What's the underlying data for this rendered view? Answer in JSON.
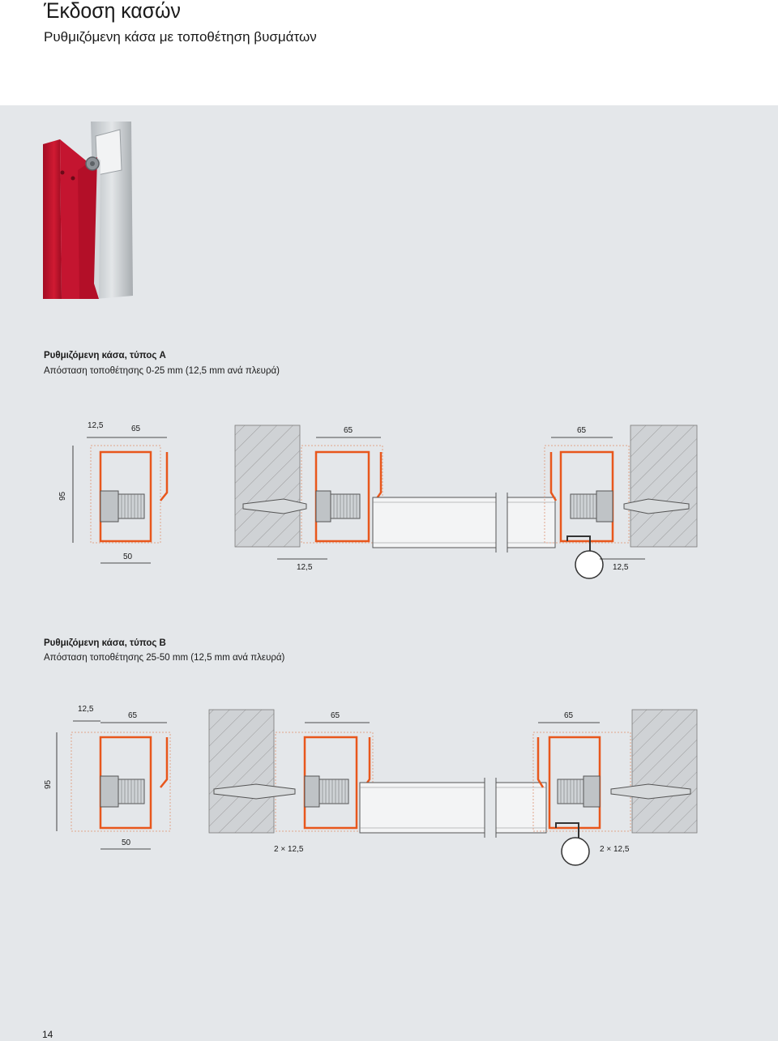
{
  "header": {
    "title": "Έκδοση κασών",
    "subtitle": "Ρυθμιζόμενη κάσα με τοποθέτηση βυσμάτων"
  },
  "colors": {
    "accent_frame": "#e8571c",
    "hatch_wall": "#8c8c8c",
    "panel_bg": "#e4e7ea",
    "photo_red": "#c8102e"
  },
  "photo": {
    "icon": "door-frame-photo"
  },
  "type_a": {
    "title": "Ρυθμιζόμενη κάσα, τύπος A",
    "subtitle": "Απόσταση τοποθέτησης 0-25 mm (12,5 mm ανά πλευρά)",
    "dims": {
      "gap_left": "12,5",
      "width_left": "65",
      "width_middle": "65",
      "width_right": "65",
      "height": "95",
      "bottom_left": "50",
      "bottom_middle": "12,5",
      "bottom_right": "12,5"
    }
  },
  "type_b": {
    "title": "Ρυθμιζόμενη κάσα, τύπος B",
    "subtitle": "Απόσταση τοποθέτησης 25-50 mm (12,5 mm ανά πλευρά)",
    "dims": {
      "gap_left": "12,5",
      "width_left": "65",
      "width_middle": "65",
      "width_right": "65",
      "height": "95",
      "bottom_left": "50",
      "bottom_middle": "2 × 12,5",
      "bottom_right": "2 × 12,5"
    }
  },
  "page_number": "14"
}
